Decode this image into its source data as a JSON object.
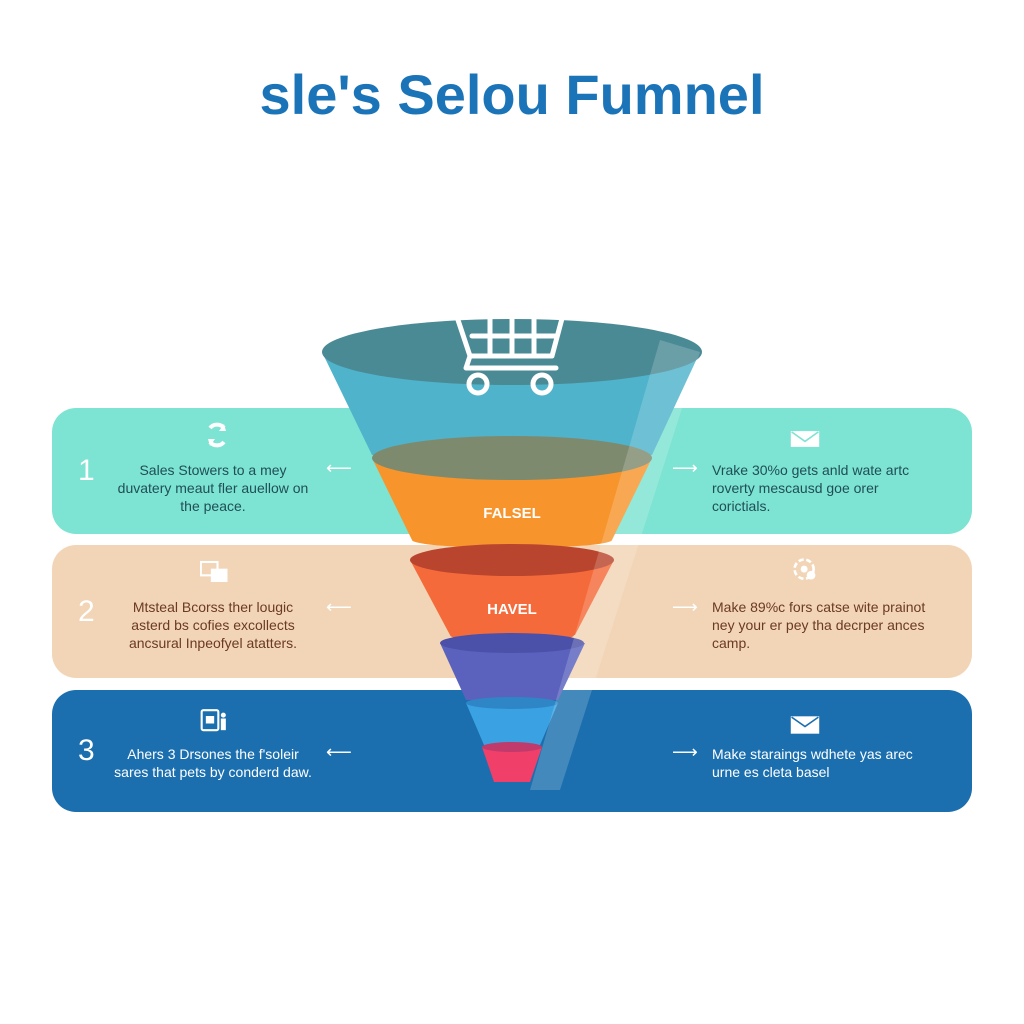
{
  "title": "sle's Selou Fumnel",
  "funnel_labels": [
    "FALSEL",
    "HAVEL"
  ],
  "stages": [
    {
      "number": "1",
      "left_text": "Sales Stowers to a mey duvatery meaut fler auellow on the peace.",
      "right_text": "Vrake 30%o gets anld wate artc roverty mescausd goe orer corictials.",
      "left_icon": "refresh-icon",
      "right_icon": "envelope-icon",
      "color": "#7de3d2"
    },
    {
      "number": "2",
      "left_text": "Mtsteal Bcorss ther lougic asterd bs cofies excollects ancsural Inpeofyel atatters.",
      "right_text": "Make 89%c fors catse wite prainot ney your er pey tha decrper ances camp.",
      "left_icon": "documents-icon",
      "right_icon": "target-icon",
      "color": "#f2d5b6"
    },
    {
      "number": "3",
      "left_text": "Ahers 3 Drsones the f'soleir sares that pets by conderd daw.",
      "right_text": "Make staraings wdhete yas arec urne es cleta basel",
      "left_icon": "presentation-person-icon",
      "right_icon": "envelope-icon",
      "color": "#1b6fae"
    }
  ],
  "funnel_colors": [
    "#4fb3cb",
    "#f7952c",
    "#f56a3a",
    "#5a62bd",
    "#3aa2e2",
    "#f0406a"
  ]
}
